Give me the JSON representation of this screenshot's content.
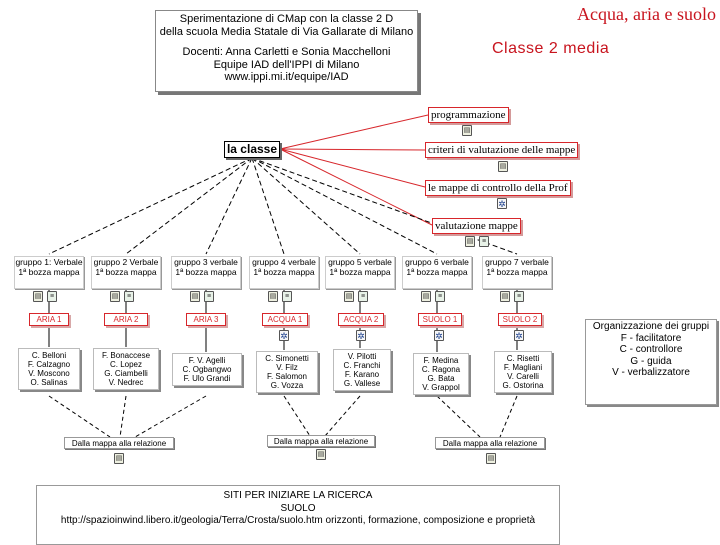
{
  "slide": {
    "title": "Acqua, aria e suolo",
    "subtitle": "Classe 2 media"
  },
  "info_box": [
    "Sperimentazione di CMap con la classe 2 D",
    "della scuola Media Statale di Via Gallarate di Milano",
    "Docenti: Anna Carletti e Sonia Macchelloni",
    "Equipe IAD dell'IPPI di Milano",
    "www.ippi.mi.it/equipe/IAD"
  ],
  "central_node": "la classe",
  "resource_nodes": [
    "programmazione",
    "criteri di valutazione delle mappe",
    "le mappe di controllo della Prof",
    "valutazione mappe"
  ],
  "groups": [
    {
      "label": "gruppo 1: Verbale 1ª bozza mappa",
      "tag": "ARIA 1",
      "members": [
        "C. Belloni",
        "F. Calzagno",
        "V. Moscono",
        "O. Salinas"
      ]
    },
    {
      "label": "gruppo 2 Verbale 1ª bozza mappa",
      "tag": "ARIA 2",
      "members": [
        "F. Bonaccese",
        "C. Lopez",
        "G. Ciambelli",
        "V. Nedrec"
      ]
    },
    {
      "label": "gruppo 3 verbale 1ª bozza mappa",
      "tag": "ARIA 3",
      "members": [
        "F. V. Agelli",
        "C. Ogbangwo",
        "F. Ulo Grandi"
      ]
    },
    {
      "label": "gruppo 4 verbale 1ª bozza mappa",
      "tag": "ACQUA 1",
      "members": [
        "C. Simonetti",
        "V. Filz",
        "F. Salomon",
        "G. Vozza"
      ]
    },
    {
      "label": "gruppo 5 verbale 1ª bozza mappa",
      "tag": "ACQUA 2",
      "members": [
        "V. Pilotti",
        "C. Franchi",
        "F. Karano",
        "G. Vallese"
      ]
    },
    {
      "label": "gruppo 6 verbale 1ª bozza mappa",
      "tag": "SUOLO 1",
      "members": [
        "F. Medina",
        "C. Ragona",
        "G. Bata",
        "V. Grappol"
      ]
    },
    {
      "label": "gruppo 7 verbale 1ª bozza mappa",
      "tag": "SUOLO 2",
      "members": [
        "C. Risetti",
        "F. Magliani",
        "V. Carelli",
        "G. Ostorina"
      ]
    }
  ],
  "legend": [
    "Organizzazione dei gruppi",
    "F - facilitatore",
    "C - controllore",
    "G - guida",
    "V - verbalizzatore"
  ],
  "bottom_labels": [
    "Dalla mappa alla relazione",
    "Dalla mappa alla relazione",
    "Dalla mappa alla relazione"
  ],
  "bottom_box": [
    "SITI PER INIZIARE LA RICERCA",
    "SUOLO",
    "http://spazioinwind.libero.it/geologia/Terra/Crosta/suolo.htm orizzonti, formazione, composizione e proprietà"
  ],
  "colors": {
    "accent": "#c8141e",
    "box_red": "#d7262b",
    "link": "#000000",
    "resource_link": "#d7262b"
  },
  "icons": {
    "doc": "document-icon",
    "cmap": "cmap-star-icon",
    "note": "note-icon"
  }
}
